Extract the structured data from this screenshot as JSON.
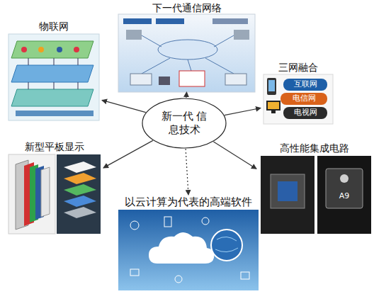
{
  "diagram": {
    "nodes": [
      {
        "text": [
          "下一代通信网络"
        ]
      },
      {
        "text": [
          "物联网"
        ]
      },
      {
        "text": [
          "三网融合"
        ]
      },
      {
        "text": [
          "新一代 信息技术"
        ]
      },
      {
        "text": [
          "新型平板显示"
        ]
      },
      {
        "text": [
          "高性能集成电路"
        ]
      },
      {
        "text": [
          "以云计算为代表的高端软件"
        ]
      }
    ],
    "edges": [
      {
        "from": 3,
        "to": 0,
        "arrow": "to"
      },
      {
        "from": 3,
        "to": 1,
        "arrow": "to"
      },
      {
        "from": 3,
        "to": 2,
        "arrow": "to"
      },
      {
        "from": 3,
        "to": 4,
        "arrow": "to"
      },
      {
        "from": 3,
        "to": 5,
        "arrow": "to"
      },
      {
        "from": 3,
        "to": 6,
        "arrow": "to"
      }
    ],
    "labels": [
      "互联网",
      "电信网",
      "电视网",
      "A9"
    ]
  }
}
